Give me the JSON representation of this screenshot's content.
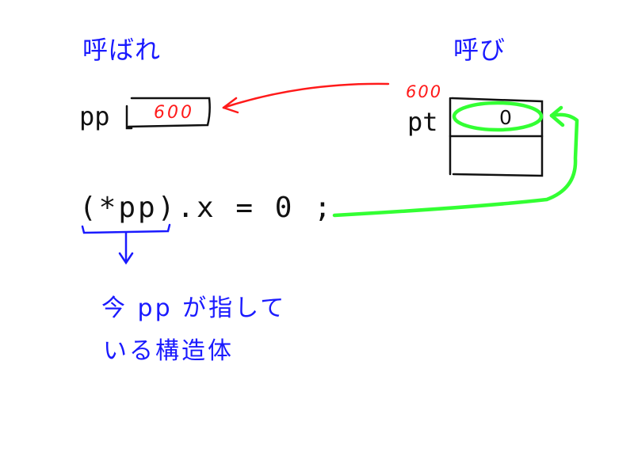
{
  "labels": {
    "callee": "呼ばれ",
    "caller": "呼び"
  },
  "callee_var": {
    "name": "pp",
    "value": "600"
  },
  "caller_var": {
    "address": "600",
    "name": "pt",
    "field_value": "0"
  },
  "code": "(*pp).x = 0 ;",
  "note": {
    "line1": "今 pp が指して",
    "line2": "いる構造体"
  },
  "colors": {
    "label": "#1a1aff",
    "value": "#ff1a1a",
    "pointer_arrow": "#ff1a1a",
    "assignment_arrow": "#33ff33",
    "note": "#1a1aff",
    "code": "#111111"
  }
}
